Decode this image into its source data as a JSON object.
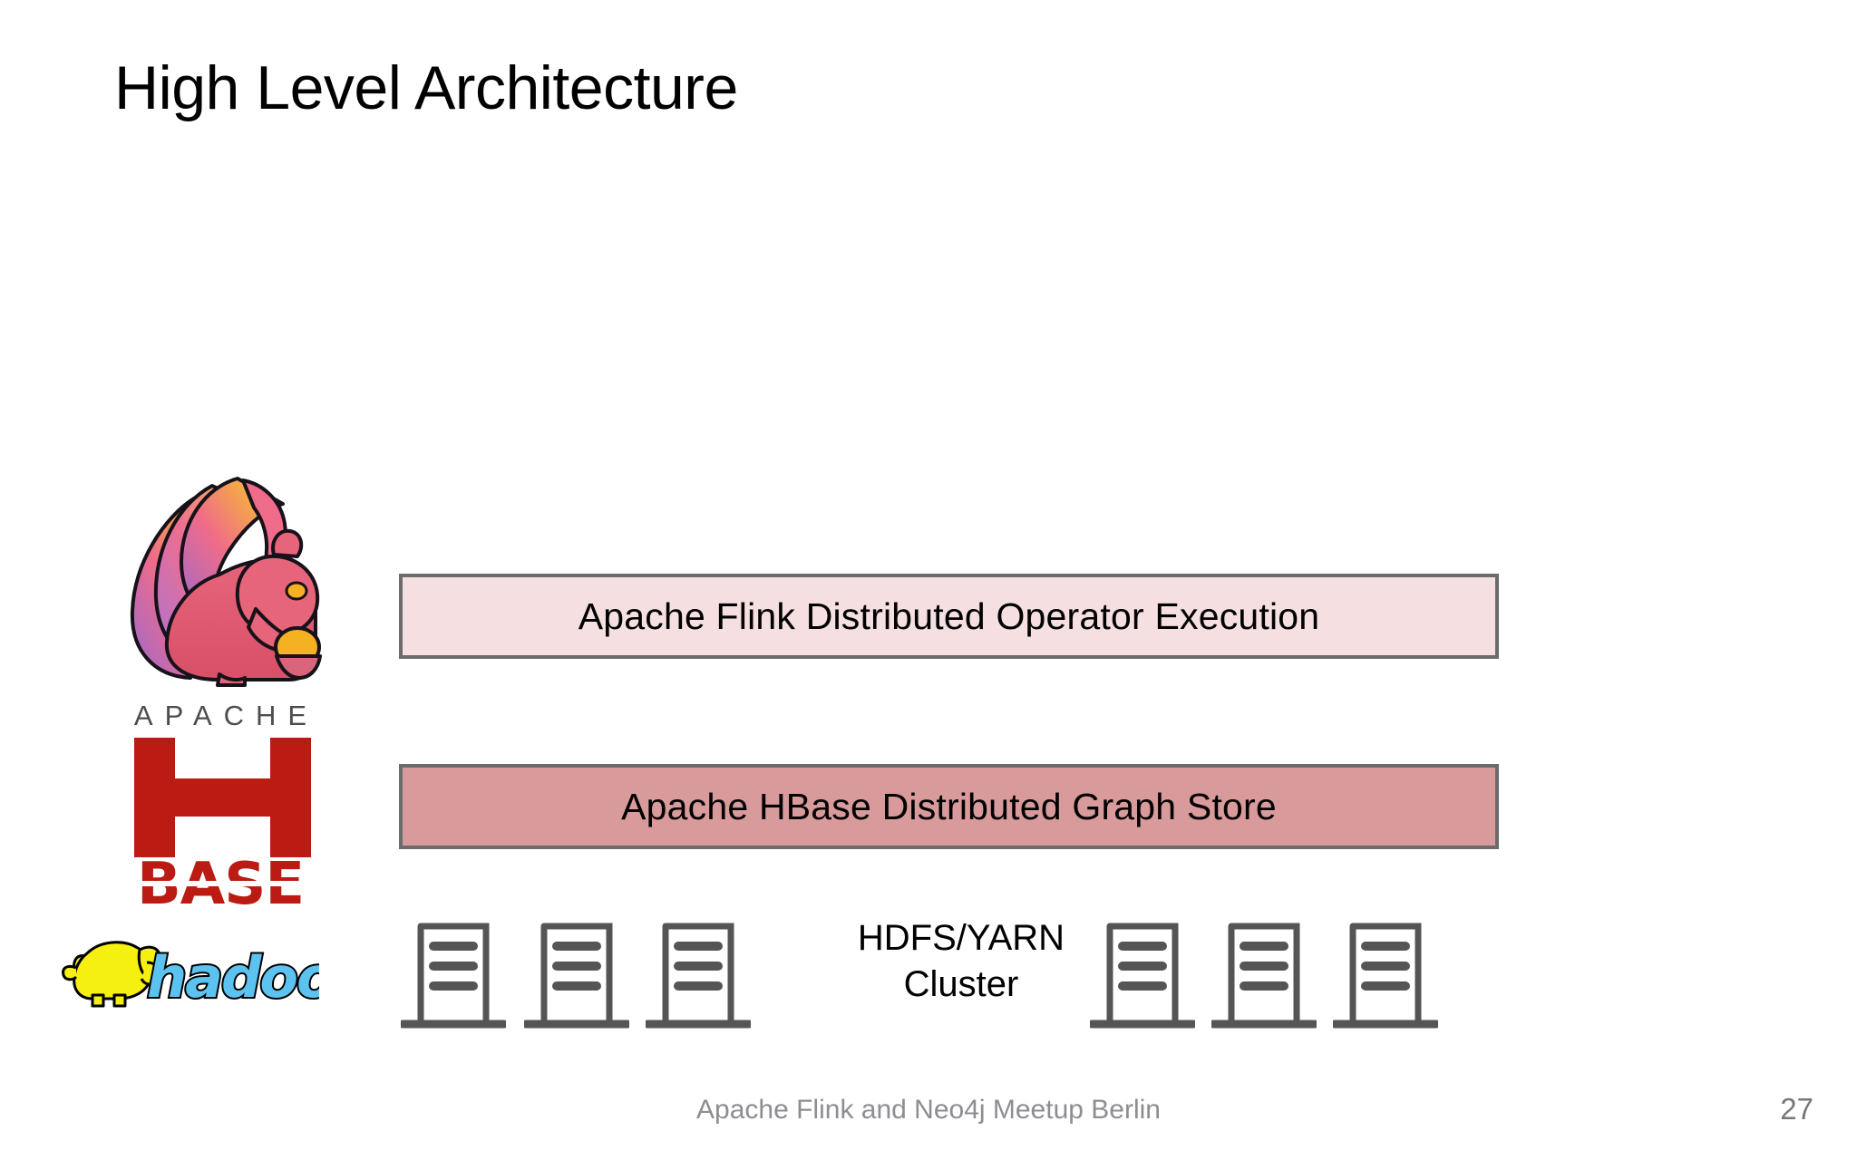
{
  "slide": {
    "title": "High Level Architecture",
    "page_number": "27",
    "footer": "Apache Flink and Neo4j Meetup Berlin",
    "background_color": "#ffffff"
  },
  "architecture": {
    "layers": [
      {
        "id": "flink",
        "label": "Apache Flink Distributed Operator Execution",
        "fill_color": "#f6dfe0",
        "border_color": "#6b6b6b"
      },
      {
        "id": "hbase",
        "label": "Apache HBase Distributed Graph Store",
        "fill_color": "#d99a9b",
        "border_color": "#6b6b6b"
      }
    ],
    "cluster": {
      "label_line1": "HDFS/YARN",
      "label_line2": "Cluster",
      "server_count": 6,
      "server_color": "#555555"
    }
  },
  "logos": {
    "flink": {
      "name": "apache-flink-squirrel-logo",
      "body_color": "#e05a6e",
      "tail_colors": [
        "#f7d774",
        "#f4a64a",
        "#ef6b8a",
        "#a974d6",
        "#9a6ad0"
      ],
      "acorn_color": "#f4b223"
    },
    "hbase": {
      "name": "apache-hbase-logo",
      "apache_text": "APACHE",
      "base_text": "BASE",
      "mark_color": "#bb1b12",
      "apache_text_color": "#4d4d4d"
    },
    "hadoop": {
      "name": "apache-hadoop-logo",
      "wordmark": "hadoop",
      "elephant_color": "#f5f010",
      "wordmark_color": "#5cc3f0",
      "outline_color": "#000000"
    }
  }
}
